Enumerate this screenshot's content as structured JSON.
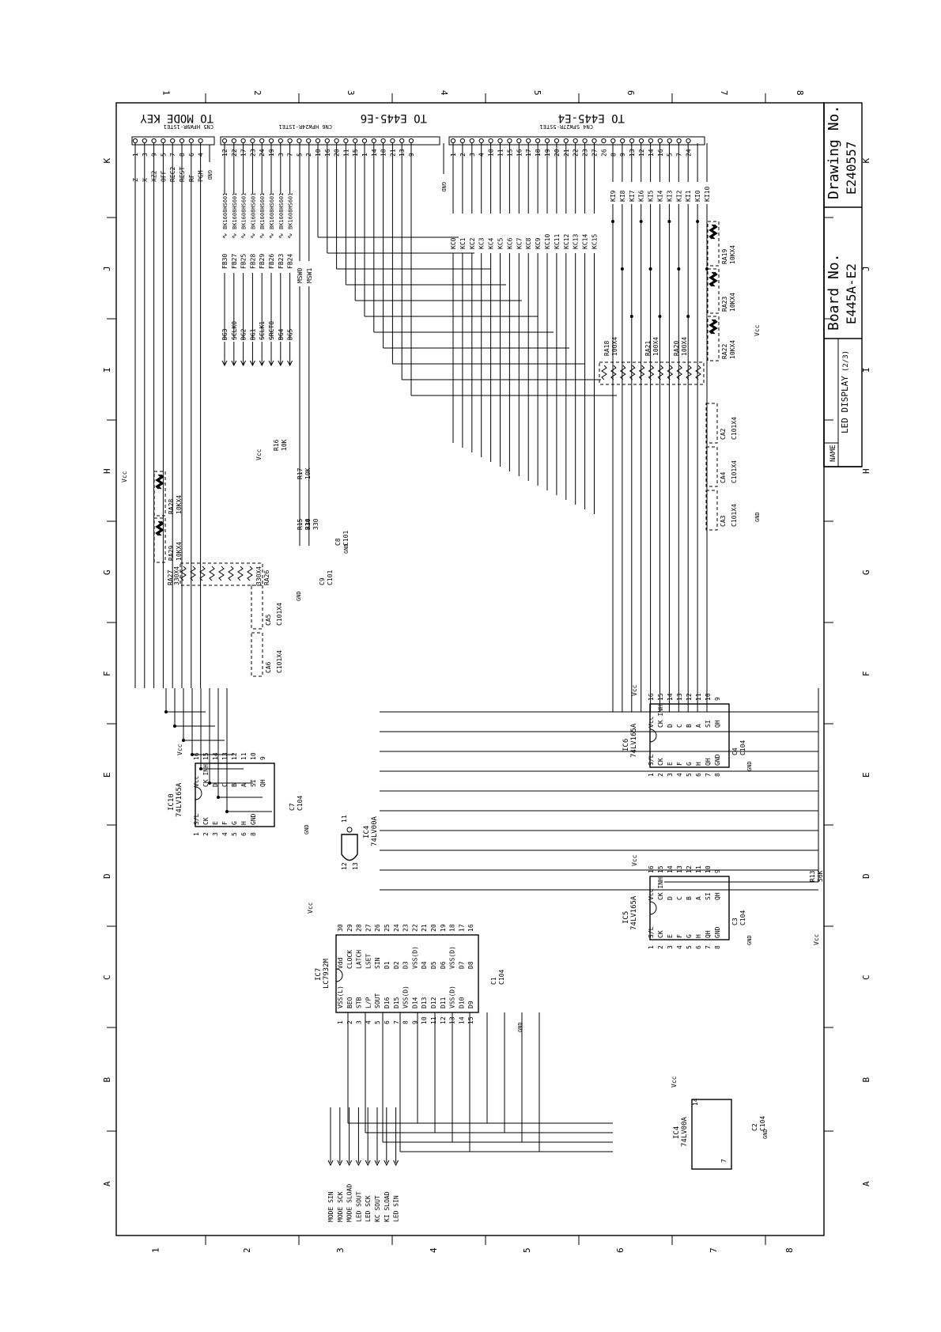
{
  "zones": {
    "columns": [
      "1",
      "2",
      "3",
      "4",
      "5",
      "6",
      "7",
      "8"
    ],
    "rows": [
      "K",
      "J",
      "I",
      "H",
      "G",
      "F",
      "E",
      "D",
      "C",
      "B",
      "A"
    ]
  },
  "title_block": {
    "drawing_label": "Drawing No.",
    "drawing_number": "E240557",
    "board_label": "Board No.",
    "board_number": "E445A-E2",
    "name_label": "NAME",
    "name_value": "LED DISPLAY",
    "sheet": "(2/3)"
  },
  "connectors": {
    "cn5": {
      "heading": "TO MODE KEY",
      "ref": "CN5",
      "part": "HFW9R-1STE1",
      "pins": [
        "1",
        "3",
        "9",
        "5",
        "7",
        "8",
        "6",
        "4"
      ],
      "nets": [
        "Z",
        "X",
        "XZ2",
        "OFF",
        "REC2",
        "REST",
        "RF",
        "PGM"
      ]
    },
    "cn6": {
      "heading": "TO E445-E6",
      "ref": "CN6",
      "part": "HFW24R-1STE1",
      "pins": [
        "12",
        "22",
        "17",
        "23",
        "24",
        "19",
        "3",
        "7",
        "5",
        "2",
        "10",
        "16",
        "20",
        "11",
        "15",
        "1",
        "14",
        "18",
        "21",
        "13",
        "9"
      ]
    },
    "cn4": {
      "heading": "TO E445-E4",
      "ref": "CN4",
      "part": "SFW27R-5STE1",
      "pins": [
        "1",
        "2",
        "3",
        "4",
        "10",
        "11",
        "15",
        "16",
        "17",
        "18",
        "19",
        "20",
        "21",
        "22",
        "23",
        "27",
        "26",
        "8",
        "9",
        "13",
        "12",
        "14",
        "16",
        "5",
        "7",
        "24"
      ]
    }
  },
  "nets": {
    "ferrite": [
      "FB30",
      "FB27",
      "FB25",
      "FB28",
      "FB29",
      "FB26",
      "FB23",
      "FB24"
    ],
    "bead_part": "BK1608HS601",
    "dg": [
      "DG3",
      "SCLK0",
      "DG2",
      "DG1",
      "SCLK1",
      "SRCT0",
      "DG4",
      "DG5"
    ],
    "msw": [
      "MSW0",
      "MSW1"
    ],
    "kc": [
      "KC0",
      "KC1",
      "KC2",
      "KC3",
      "KC4",
      "KC5",
      "KC6",
      "KC7",
      "KC8",
      "KC9",
      "KC10",
      "KC11",
      "KC12",
      "KC13",
      "KC14",
      "KC15"
    ],
    "ki": [
      "KI9",
      "KI8",
      "KI7",
      "KI6",
      "KI5",
      "KI4",
      "KI3",
      "KI2",
      "KI1",
      "KI0",
      "KI10"
    ],
    "bottom_signals": [
      "MODE SIN",
      "MODE SCK",
      "MODE SLOAD",
      "LED SOUT",
      "LED SCK",
      "KC SOUT",
      "KI SLOAD",
      "LED SIN"
    ]
  },
  "resistor_arrays": [
    {
      "ref": "RA19",
      "value": "10KX4"
    },
    {
      "ref": "RA23",
      "value": "10KX4"
    },
    {
      "ref": "RA22",
      "value": "10KX4"
    },
    {
      "ref": "RA18",
      "value": "100X4"
    },
    {
      "ref": "RA21",
      "value": "100X4"
    },
    {
      "ref": "RA20",
      "value": "100X4"
    },
    {
      "ref": "RA28",
      "value": "10KX4"
    },
    {
      "ref": "RA29",
      "value": "10KX4"
    },
    {
      "ref": "RA27",
      "value": "330X4"
    },
    {
      "ref": "RA26",
      "value": "330X4"
    }
  ],
  "capacitor_arrays": [
    {
      "ref": "CA2",
      "value": "C101X4"
    },
    {
      "ref": "CA4",
      "value": "C101X4"
    },
    {
      "ref": "CA3",
      "value": "C101X4"
    },
    {
      "ref": "CA5",
      "value": "C101X4"
    },
    {
      "ref": "CA6",
      "value": "C101X4"
    }
  ],
  "passives": [
    {
      "ref": "R16",
      "value": "10K"
    },
    {
      "ref": "R17",
      "value": "10K"
    },
    {
      "ref": "R15",
      "value": "330"
    },
    {
      "ref": "R14",
      "value": "330"
    },
    {
      "ref": "R13",
      "value": "56K"
    },
    {
      "ref": "C8",
      "value": "C101"
    },
    {
      "ref": "C9",
      "value": "C101"
    },
    {
      "ref": "C7",
      "value": "C104"
    },
    {
      "ref": "C4",
      "value": "C104"
    },
    {
      "ref": "C3",
      "value": "C104"
    },
    {
      "ref": "C1",
      "value": "C104"
    },
    {
      "ref": "C2",
      "value": "C104"
    }
  ],
  "ics": {
    "ic10": {
      "ref": "IC10",
      "part": "74LV165A",
      "left": [
        "S/L",
        "CK",
        "E",
        "F",
        "G",
        "H",
        "GND"
      ],
      "right": [
        "Vcc",
        "CK INH",
        "D",
        "C",
        "B",
        "A",
        "SI",
        "QH"
      ],
      "pins_l": [
        "1",
        "2",
        "3",
        "4",
        "5",
        "6",
        "8"
      ],
      "pins_r": [
        "16",
        "15",
        "14",
        "13",
        "12",
        "11",
        "10",
        "9"
      ]
    },
    "ic6": {
      "ref": "IC6",
      "part": "74LV165A",
      "left": [
        "S/L",
        "CK",
        "E",
        "F",
        "G",
        "H",
        "QH",
        "GND"
      ],
      "right": [
        "Vcc",
        "CK INH",
        "D",
        "C",
        "B",
        "A",
        "SI",
        "QH"
      ],
      "pins_l": [
        "1",
        "2",
        "3",
        "4",
        "5",
        "6",
        "7",
        "8"
      ],
      "pins_r": [
        "16",
        "15",
        "14",
        "13",
        "12",
        "11",
        "10",
        "9"
      ]
    },
    "ic5": {
      "ref": "IC5",
      "part": "74LV165A",
      "left": [
        "S/L",
        "CK",
        "E",
        "F",
        "G",
        "H",
        "QH",
        "GND"
      ],
      "right": [
        "Vcc",
        "CK INH",
        "D",
        "C",
        "B",
        "A",
        "SI",
        "QH"
      ],
      "pins_l": [
        "1",
        "2",
        "3",
        "4",
        "5",
        "6",
        "7",
        "8"
      ],
      "pins_r": [
        "16",
        "15",
        "14",
        "13",
        "12",
        "11",
        "10",
        "9"
      ]
    },
    "ic7": {
      "ref": "IC7",
      "part": "LC7932M",
      "top_pins": [
        "30",
        "29",
        "28",
        "27",
        "26",
        "25",
        "24",
        "23",
        "22",
        "21",
        "20",
        "19",
        "18",
        "17",
        "16"
      ],
      "top_names": [
        "Vdd",
        "CLOCK",
        "LATCH",
        "LSET",
        "SIN",
        "D1",
        "D2",
        "D3",
        "VSS(D)",
        "D4",
        "D5",
        "D6",
        "VSS(D)",
        "D7",
        "D8"
      ],
      "bot_pins": [
        "1",
        "2",
        "3",
        "4",
        "5",
        "6",
        "7",
        "8",
        "9",
        "10",
        "11",
        "12",
        "13",
        "14",
        "15"
      ],
      "bot_names": [
        "VSS(L)",
        "BEO",
        "STB",
        "L/P",
        "SOUT",
        "D16",
        "D15",
        "VSS(D)",
        "D14",
        "D13",
        "D12",
        "D11",
        "VSS(D)",
        "D10",
        "D9"
      ]
    },
    "ic4a": {
      "ref": "IC4",
      "part": "74LV00A",
      "pins": [
        "11",
        "12",
        "13"
      ]
    },
    "ic4b": {
      "ref": "IC4",
      "part": "74LV00A",
      "pins": [
        "14",
        "7"
      ]
    }
  },
  "power": {
    "vcc": "Vcc",
    "gnd": "GND"
  }
}
